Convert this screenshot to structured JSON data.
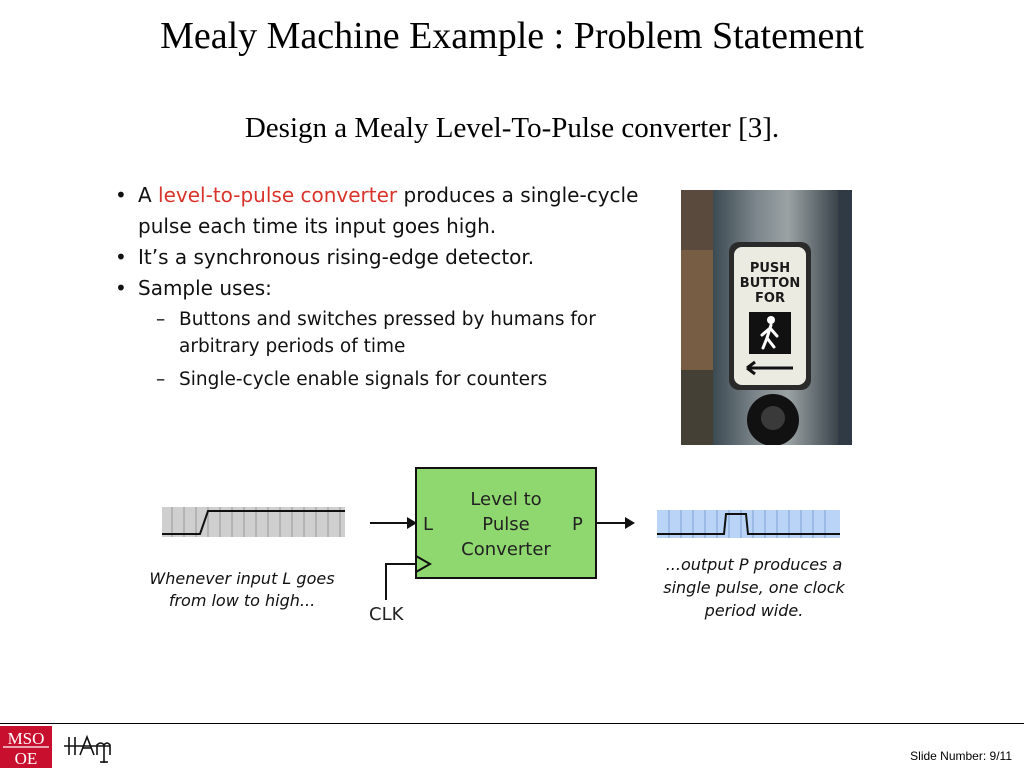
{
  "title": "Mealy Machine Example : Problem Statement",
  "subtitle": "Design a Mealy Level-To-Pulse converter [3].",
  "bullets": {
    "b1_pre": "A ",
    "b1_highlight": "level-to-pulse converter",
    "b1_post": " produces a single-cycle pulse each time its input goes high.",
    "b2": "It’s a synchronous rising-edge detector.",
    "b3": "Sample uses:",
    "sub1": "Buttons and switches pressed by humans for arbitrary periods of time",
    "sub2": "Single-cycle enable signals for counters"
  },
  "photo": {
    "sign_line1": "PUSH",
    "sign_line2": "BUTTON",
    "sign_line3": "FOR"
  },
  "diagram": {
    "box_line1": "Level to",
    "box_line2": "Pulse",
    "box_line3": "Converter",
    "input_label": "L",
    "output_label": "P",
    "clock_label": "CLK",
    "left_caption_line1": "Whenever input L goes",
    "left_caption_line2": "from low to high...",
    "right_caption_line1": "...output P produces a",
    "right_caption_line2": "single pulse, one clock",
    "right_caption_line3": "period wide.",
    "box_color": "#8fd86f",
    "input_wave_bg": "#cfcfcf",
    "output_wave_bg": "#b9d4f7"
  },
  "footer": {
    "logo_top": "MSO",
    "logo_bottom": "OE",
    "brand_color": "#c8102e",
    "slide_number": "Slide Number: 9/11"
  }
}
